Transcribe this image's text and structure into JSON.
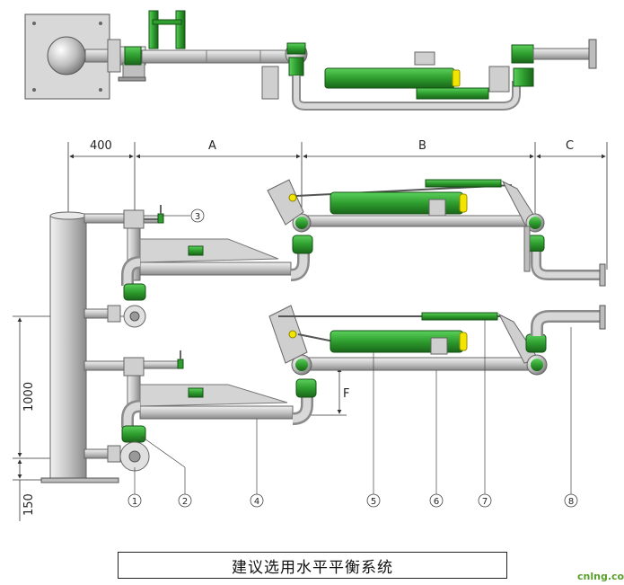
{
  "dimensions": {
    "d400": "400",
    "dA": "A",
    "dB": "B",
    "dC": "C",
    "d1000": "1000",
    "d150": "150",
    "dF": "F"
  },
  "callouts": [
    "1",
    "2",
    "3",
    "4",
    "5",
    "6",
    "7",
    "8"
  ],
  "caption": "建议选用水平平衡系统",
  "watermark": "cnlng.com",
  "colors": {
    "pipe": "#c9c9c9",
    "pipe_edge": "#6f6f6f",
    "green": "#2e9e2e",
    "green_dark": "#1c6e1c",
    "yellow": "#f2e600"
  }
}
